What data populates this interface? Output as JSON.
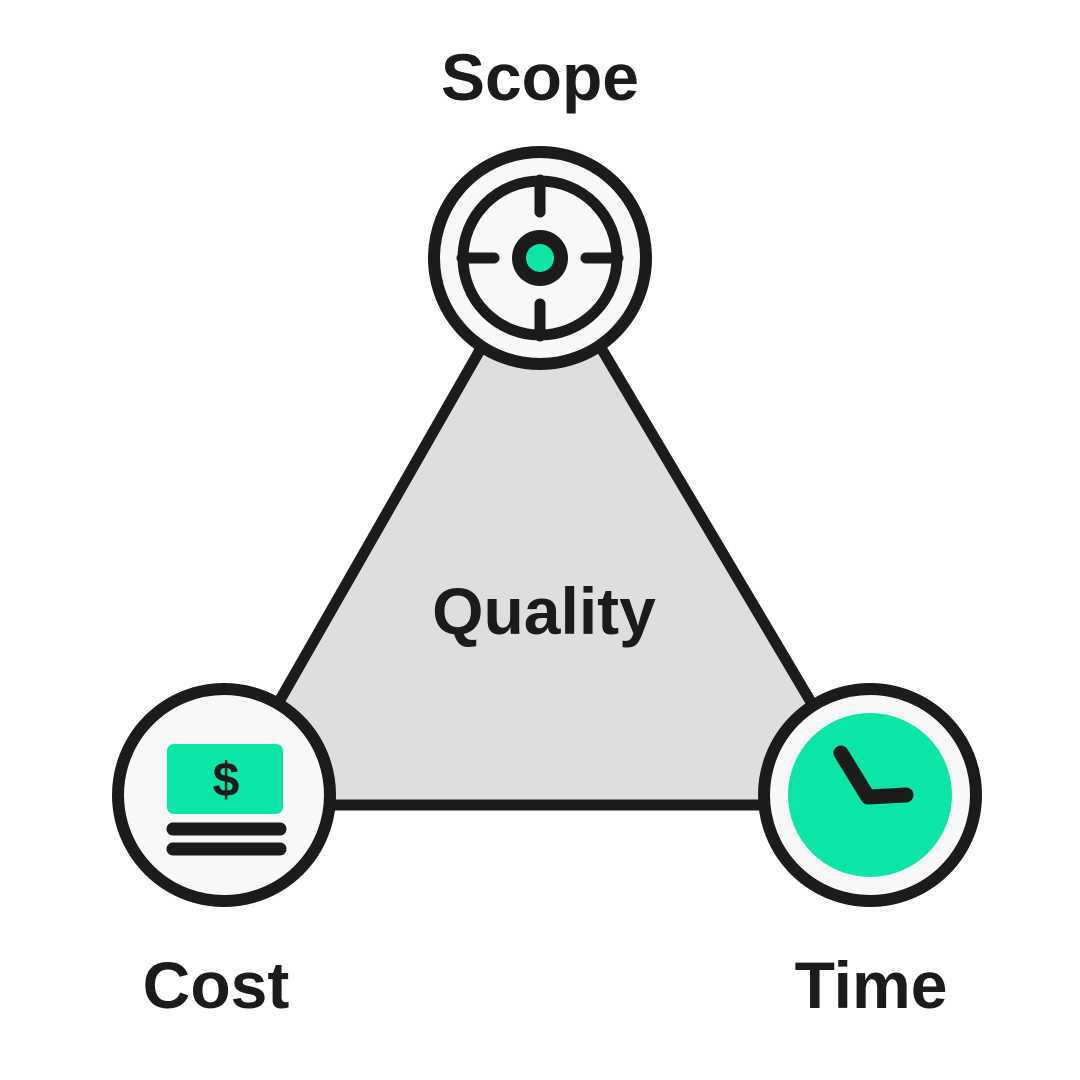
{
  "colors": {
    "ink": "#1b1b1b",
    "accent": "#0be5a8",
    "triangle_fill": "#dedede",
    "node_fill": "#f8f8f8",
    "background": "#ffffff"
  },
  "diagram": {
    "center_label": "Quality",
    "vertices": [
      {
        "id": "scope",
        "label": "Scope",
        "icon": "target-icon",
        "position": "top"
      },
      {
        "id": "cost",
        "label": "Cost",
        "icon": "banknote-icon",
        "position": "bottom-left"
      },
      {
        "id": "time",
        "label": "Time",
        "icon": "clock-icon",
        "position": "bottom-right"
      }
    ],
    "cost_icon": {
      "currency_symbol": "$"
    }
  }
}
